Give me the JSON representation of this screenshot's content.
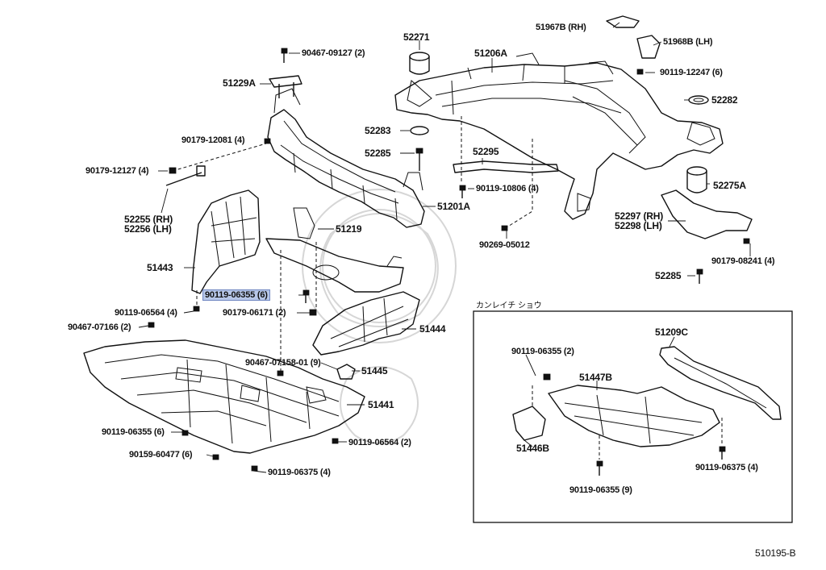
{
  "labels": {
    "p51967b": "51967B (RH)",
    "p51968b": "51968B (LH)",
    "p52271": "52271",
    "p51206a": "51206A",
    "p90467_09127": "90467-09127 (2)",
    "p51229a": "51229A",
    "p90119_12247": "90119-12247 (6)",
    "p52282": "52282",
    "p90179_12081": "90179-12081 (4)",
    "p52283": "52283",
    "p52285_top": "52285",
    "p52295": "52295",
    "p90179_12127": "90179-12127 (4)",
    "p90119_10806": "90119-10806 (4)",
    "p52275a": "52275A",
    "p52255": "52255 (RH)",
    "p52256": "52256 (LH)",
    "p51201a": "51201A",
    "p52297": "52297 (RH)",
    "p52298": "52298 (LH)",
    "p51219": "51219",
    "p90269_05012": "90269-05012",
    "p90179_08241": "90179-08241 (4)",
    "p51443": "51443",
    "p52285_bottom": "52285",
    "p90119_06355_hl": "90119-06355 (6)",
    "p90119_06564_l": "90119-06564 (4)",
    "p90179_06171": "90179-06171 (2)",
    "p90467_07166": "90467-07166 (2)",
    "p51444": "51444",
    "p90467_07158": "90467-07158-01 (9)",
    "p51445": "51445",
    "p51441": "51441",
    "p90119_06355_l": "90119-06355 (6)",
    "p90119_06564_r": "90119-06564 (2)",
    "p90159_60477": "90159-60477 (6)",
    "p90119_06375_l": "90119-06375 (4)",
    "inset_title": "カンレイチ ショウ",
    "p90119_06355_inset": "90119-06355 (2)",
    "p51209c": "51209C",
    "p51447b": "51447B",
    "p51446b": "51446B",
    "p90119_06375_r": "90119-06375 (4)",
    "p90119_06355_9": "90119-06355 (9)",
    "diagram_code": "510195-B"
  }
}
